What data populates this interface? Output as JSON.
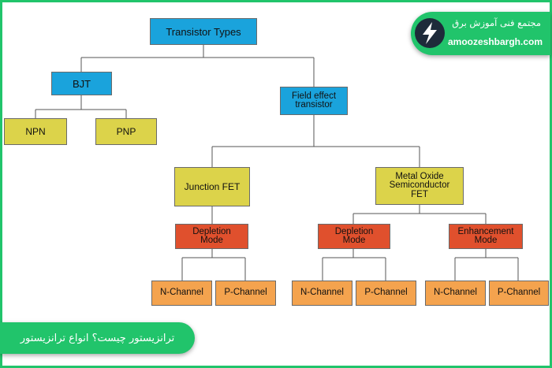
{
  "brand": {
    "title": "مجتمع فنی آموزش برق",
    "url": "amoozeshbargh.com",
    "logo_icon": "lightning-bolt-icon"
  },
  "caption": "ترانزیستور چیست؟ انواع ترانزیستور",
  "colors": {
    "frame": "#21c46b",
    "blue": "#1aa3dc",
    "yellow": "#dcd34a",
    "red": "#e0502d",
    "orange": "#f4a34e"
  },
  "tree": {
    "root": "Transistor Types",
    "bjt": "BJT",
    "npn": "NPN",
    "pnp": "PNP",
    "fet": "Field effect\ntransistor",
    "jfet": "Junction FET",
    "mosfet": "Metal Oxide\nSemiconductor\nFET",
    "jfet_depletion": "Depletion\nMode",
    "mos_depletion": "Depletion\nMode",
    "mos_enhancement": "Enhancement\nMode",
    "leaf_n1": "N-Channel",
    "leaf_p1": "P-Channel",
    "leaf_n2": "N-Channel",
    "leaf_p2": "P-Channel",
    "leaf_n3": "N-Channel",
    "leaf_p3": "P-Channel"
  }
}
